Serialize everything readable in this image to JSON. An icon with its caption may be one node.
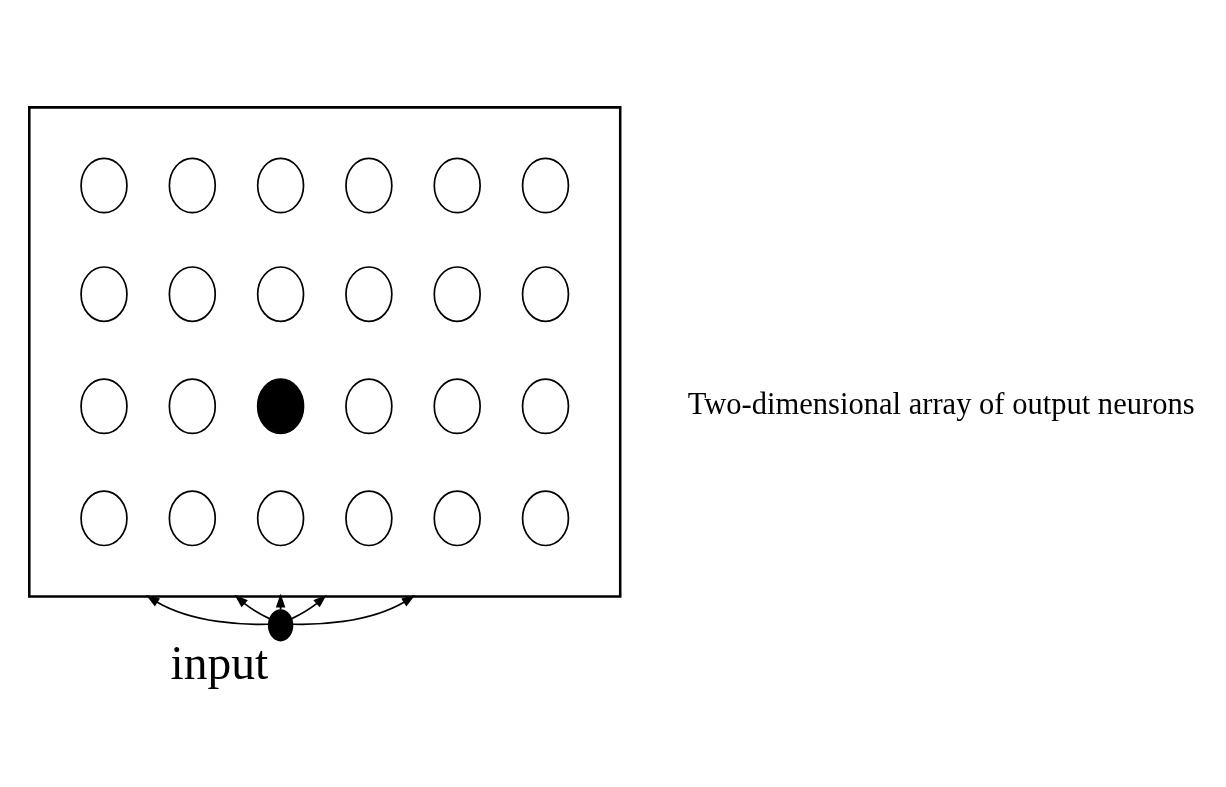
{
  "diagram": {
    "nodes": [
      {
        "text": [],
        "shape": "parallelogram",
        "beside": [
          "Two-dimensional array of output neurons"
        ]
      },
      {
        "text": [],
        "shape": "circle",
        "in": 0
      },
      {
        "text": [],
        "shape": "circle",
        "in": 0
      },
      {
        "text": [],
        "shape": "circle",
        "in": 0
      },
      {
        "text": [],
        "shape": "circle",
        "in": 0
      },
      {
        "text": [],
        "shape": "circle",
        "in": 0
      },
      {
        "text": [],
        "shape": "circle",
        "in": 0
      },
      {
        "text": [],
        "shape": "circle",
        "in": 0
      },
      {
        "text": [],
        "shape": "circle",
        "in": 0
      },
      {
        "text": [],
        "shape": "circle",
        "in": 0
      },
      {
        "text": [],
        "shape": "circle",
        "in": 0
      },
      {
        "text": [],
        "shape": "circle",
        "in": 0
      },
      {
        "text": [],
        "shape": "circle",
        "in": 0
      },
      {
        "text": [],
        "shape": "circle",
        "in": 0
      },
      {
        "text": [],
        "shape": "circle",
        "in": 0
      },
      {
        "text": [],
        "shape": "circle",
        "in": 0
      },
      {
        "text": [],
        "shape": "circle",
        "in": 0
      },
      {
        "text": [],
        "shape": "circle",
        "in": 0
      },
      {
        "text": [],
        "shape": "circle",
        "in": 0
      },
      {
        "text": [],
        "shape": "circle",
        "in": 0
      },
      {
        "text": [],
        "shape": "circle",
        "in": 0
      },
      {
        "text": [],
        "shape": "circle",
        "in": 0
      },
      {
        "text": [],
        "shape": "circle",
        "in": 0
      },
      {
        "text": [],
        "shape": "circle",
        "in": 0
      },
      {
        "text": [],
        "shape": "circle",
        "in": 0
      },
      {
        "text": [],
        "shape": "circle",
        "beside": [
          "input"
        ]
      }
    ],
    "edges": [
      {
        "from": 25,
        "to": 0,
        "arrow": "to"
      },
      {
        "from": 25,
        "to": 0,
        "arrow": "to"
      },
      {
        "from": 25,
        "to": 0,
        "arrow": "to"
      },
      {
        "from": 25,
        "to": 0,
        "arrow": "to"
      },
      {
        "from": 25,
        "to": 0,
        "arrow": "to"
      }
    ]
  }
}
